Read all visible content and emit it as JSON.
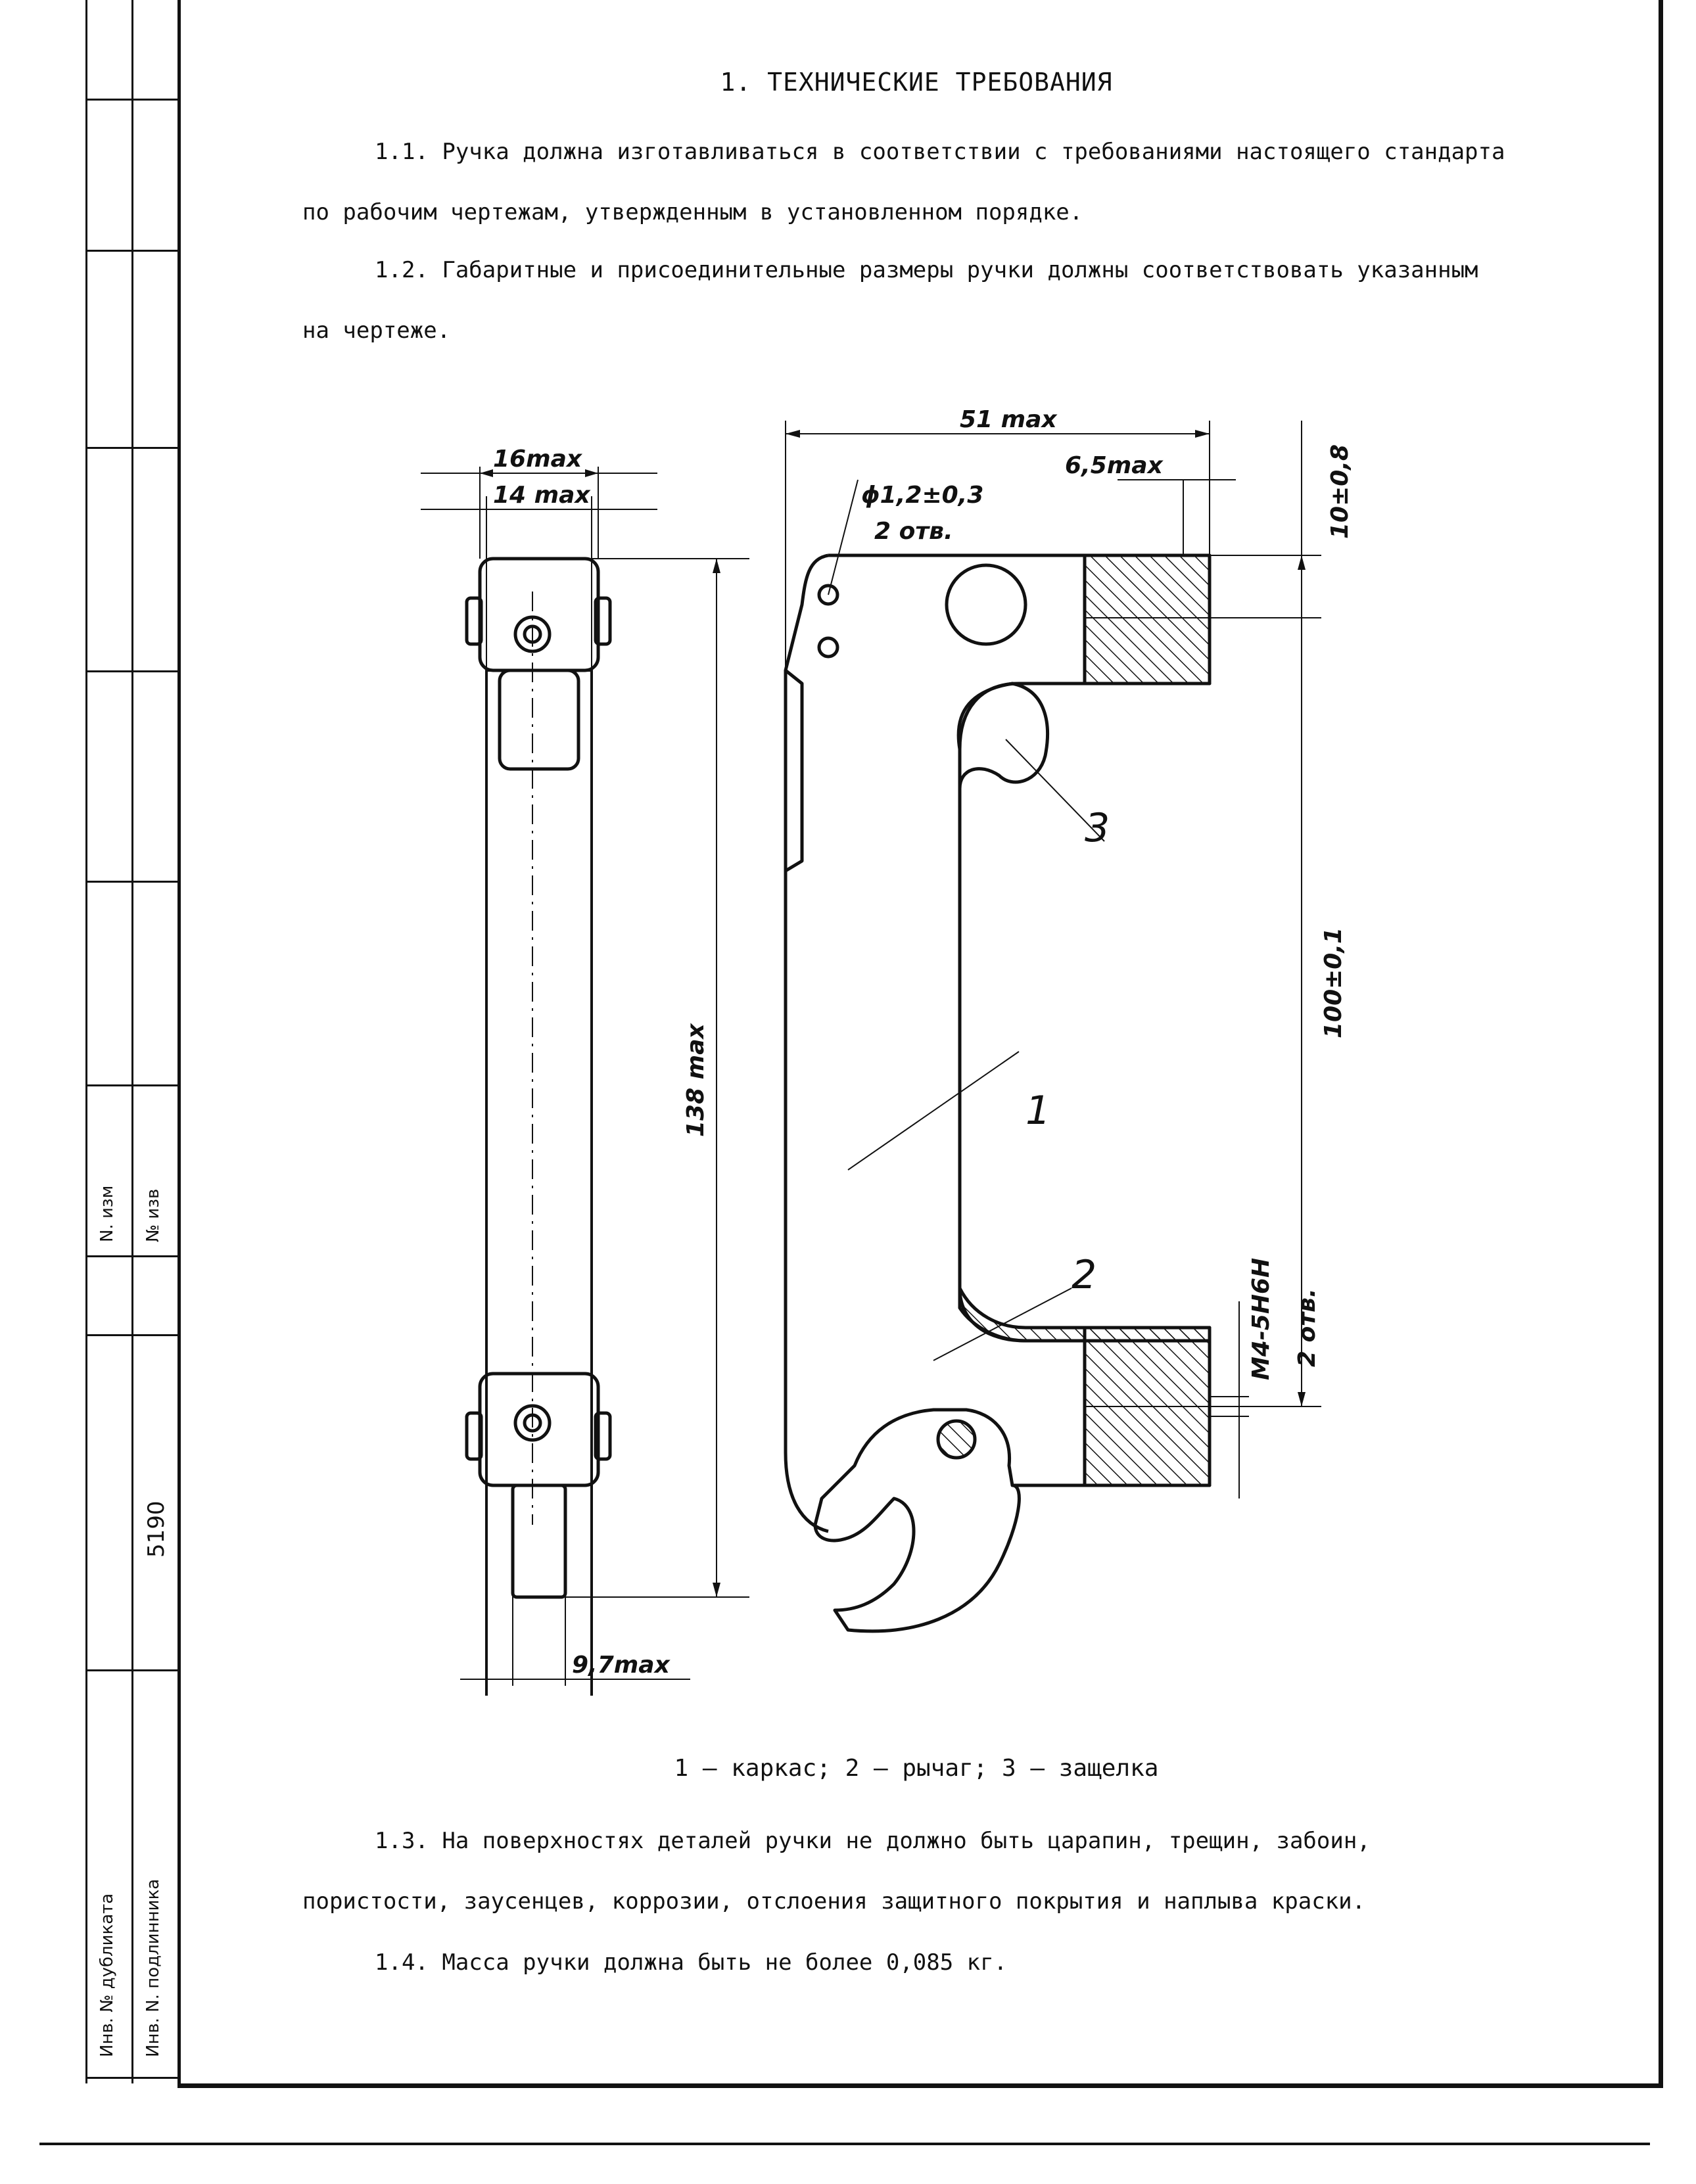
{
  "side_stamp": {
    "izm_label": "N. изм",
    "izv_label": "№ изв",
    "duplicate_label": "Инв. № дубликата",
    "original_label": "Инв. N. подлинника",
    "original_number": "5190"
  },
  "section_title": "1. ТЕХНИЧЕСКИЕ ТРЕБОВАНИЯ",
  "paragraphs": {
    "p1_1": "1.1. Ручка должна изготавливаться в соответствии с требованиями настоящего стандарта по рабочим чертежам, утвержденным в установленном порядке.",
    "p1_2": "1.2. Габаритные и присоединительные размеры ручки должны соответствовать указанным на чертеже.",
    "p1_3": "1.3. На поверхностях деталей ручки не должно быть царапин, трещин, забоин, пористости, заусенцев, коррозии, отслоения защитного покрытия и наплыва краски.",
    "p1_4": "1.4. Масса ручки должна быть не более 0,085 кг."
  },
  "drawing": {
    "dims": {
      "w16": "16max",
      "w14": "14 max",
      "h138": "138 max",
      "w9_7": "9,7max",
      "w51": "51 max",
      "w6_5": "6,5max",
      "hole_dia": "ϕ1,2±0,3",
      "hole_count": "2 отв.",
      "h10": "10±0,8",
      "h100": "100±0,1",
      "thread": "М4-5Н6Н",
      "thread_count": "2 отв."
    },
    "leaders": {
      "part1": "1",
      "part2": "2",
      "part3": "3"
    }
  },
  "caption": "1 – каркас; 2 – рычаг; 3 – защелка"
}
